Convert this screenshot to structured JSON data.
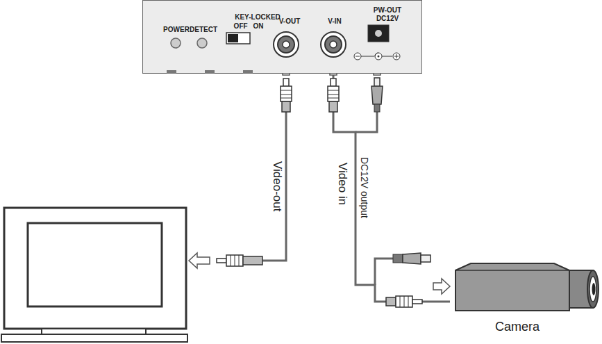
{
  "diagram": {
    "nodes": [
      {
        "text": [
          "POWER",
          "DETECT",
          "KEY-LOCKED",
          "OFF ON",
          "V-OUT",
          "V-IN",
          "PW-OUT DC12V"
        ]
      },
      {
        "text": [
          "Camera"
        ]
      }
    ],
    "edges": [
      {
        "from": 0,
        "to": 1,
        "arrow": "none"
      }
    ],
    "labels": [
      "Video-out",
      "Video in",
      "DC12V output"
    ]
  }
}
